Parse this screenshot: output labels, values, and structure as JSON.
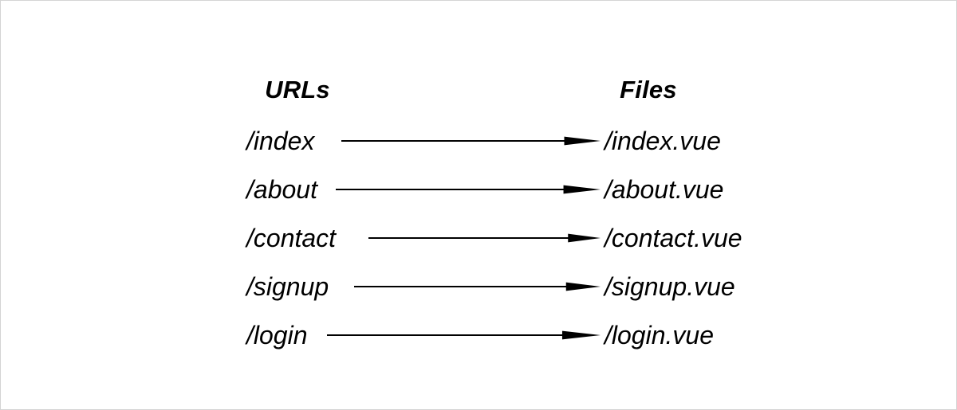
{
  "diagram": {
    "type": "mapping",
    "columns": {
      "left_header": "URLs",
      "right_header": "Files"
    },
    "colors": {
      "background": "#ffffff",
      "border": "#d4d4d4",
      "text": "#000000",
      "arrow": "#000000"
    },
    "mappings": [
      {
        "url": "/index",
        "file": "/index.vue",
        "arrow_start": 427,
        "arrow_end": 752
      },
      {
        "url": "/about",
        "file": "/about.vue",
        "arrow_start": 420,
        "arrow_end": 752
      },
      {
        "url": "/contact",
        "file": "/contact.vue",
        "arrow_start": 461,
        "arrow_end": 752
      },
      {
        "url": "/signup",
        "file": "/signup.vue",
        "arrow_start": 443,
        "arrow_end": 752
      },
      {
        "url": "/login",
        "file": "/login.vue",
        "arrow_start": 409,
        "arrow_end": 752
      }
    ]
  }
}
